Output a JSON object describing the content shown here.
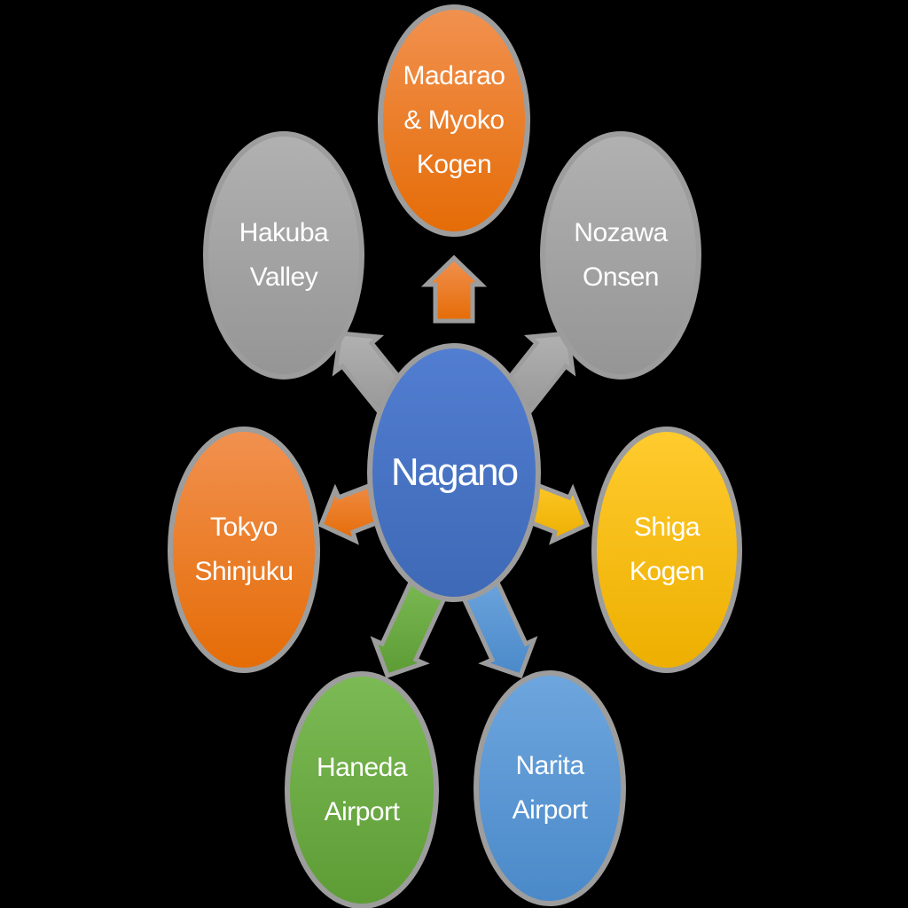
{
  "background": "#000000",
  "diagram": {
    "type": "radial-hub-diagram",
    "hub_id": "nagano",
    "nodes": [
      {
        "id": "nagano",
        "role": "hub",
        "lines": [
          "Nagano"
        ],
        "color": "#4472C4",
        "gradient": [
          "#527ed2",
          "#3e69b6"
        ]
      },
      {
        "id": "madarao-myoko-kogen",
        "role": "spoke",
        "lines": [
          "Madarao",
          "& Myoko",
          "Kogen"
        ],
        "color": "#ED7D31",
        "gradient": [
          "#f19150",
          "#e56c06"
        ]
      },
      {
        "id": "hakuba-valley",
        "role": "spoke",
        "lines": [
          "Hakuba",
          "Valley"
        ],
        "color": "#A5A5A5",
        "gradient": [
          "#b1b1b1",
          "#959595"
        ]
      },
      {
        "id": "nozawa-onsen",
        "role": "spoke",
        "lines": [
          "Nozawa",
          "Onsen"
        ],
        "color": "#A5A5A5",
        "gradient": [
          "#b1b1b1",
          "#959595"
        ]
      },
      {
        "id": "tokyo-shinjuku",
        "role": "spoke",
        "lines": [
          "Tokyo",
          "Shinjuku"
        ],
        "color": "#ED7D31",
        "gradient": [
          "#f19150",
          "#e56c06"
        ]
      },
      {
        "id": "shiga-kogen",
        "role": "spoke",
        "lines": [
          "Shiga",
          "Kogen"
        ],
        "color": "#FFC000",
        "gradient": [
          "#ffcb2e",
          "#edaf00"
        ]
      },
      {
        "id": "haneda-airport",
        "role": "spoke",
        "lines": [
          "Haneda",
          "Airport"
        ],
        "color": "#70AD47",
        "gradient": [
          "#7cba55",
          "#5d9c35"
        ]
      },
      {
        "id": "narita-airport",
        "role": "spoke",
        "lines": [
          "Narita",
          "Airport"
        ],
        "color": "#5B9BD5",
        "gradient": [
          "#6ea6de",
          "#4a89c9"
        ]
      }
    ],
    "arrows": [
      {
        "from": "nagano",
        "to": "madarao-myoko-kogen",
        "direction": "up"
      },
      {
        "from": "nagano",
        "to": "hakuba-valley",
        "direction": "up-left"
      },
      {
        "from": "nagano",
        "to": "nozawa-onsen",
        "direction": "up-right"
      },
      {
        "from": "nagano",
        "to": "tokyo-shinjuku",
        "direction": "left"
      },
      {
        "from": "nagano",
        "to": "shiga-kogen",
        "direction": "right"
      },
      {
        "from": "nagano",
        "to": "haneda-airport",
        "direction": "down-left"
      },
      {
        "from": "nagano",
        "to": "narita-airport",
        "direction": "down-right"
      }
    ],
    "halo_color": "#9d9d9d",
    "text_color": "#ffffff"
  }
}
